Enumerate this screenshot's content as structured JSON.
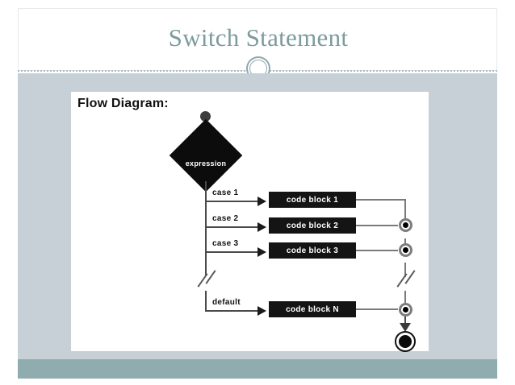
{
  "slide": {
    "title": "Switch Statement",
    "heading": "Flow Diagram:",
    "theme": {
      "title_color": "#7d9a9c",
      "body_background": "#c7d0d7",
      "card_background": "#ffffff",
      "footer_bar_color": "#8fadae",
      "rule_color": "#a9bcc2",
      "node_fill": "#141414",
      "node_text": "#ffffff"
    }
  },
  "diagram": {
    "type": "uml-activity-flowchart",
    "start_node": "filled-initial-node",
    "decision": {
      "label": "expression",
      "shape": "diamond"
    },
    "branches": [
      {
        "guard": "case 1",
        "action": "code block 1"
      },
      {
        "guard": "case 2",
        "action": "code block 2"
      },
      {
        "guard": "case 3",
        "action": "code block 3"
      },
      {
        "guard": "default",
        "action": "code block N"
      }
    ],
    "merge_nodes": 3,
    "continuation_marks": 2,
    "end_node": "final-node"
  }
}
